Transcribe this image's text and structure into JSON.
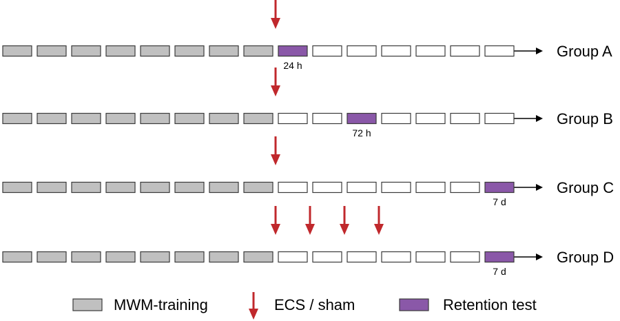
{
  "colors": {
    "training": "#c0c0c0",
    "retention": "#8a58a8",
    "empty": "#ffffff",
    "ecs_arrow": "#c0282c",
    "timeline": "#000000"
  },
  "groups": [
    {
      "label": "Group A",
      "box_types": [
        "training",
        "training",
        "training",
        "training",
        "training",
        "training",
        "training",
        "training",
        "retention",
        "empty",
        "empty",
        "empty",
        "empty",
        "empty",
        "empty"
      ],
      "ecs_days": [
        8
      ],
      "retention_label": "24 h"
    },
    {
      "label": "Group B",
      "box_types": [
        "training",
        "training",
        "training",
        "training",
        "training",
        "training",
        "training",
        "training",
        "empty",
        "empty",
        "retention",
        "empty",
        "empty",
        "empty",
        "empty"
      ],
      "ecs_days": [
        8
      ],
      "retention_label": "72 h"
    },
    {
      "label": "Group C",
      "box_types": [
        "training",
        "training",
        "training",
        "training",
        "training",
        "training",
        "training",
        "training",
        "empty",
        "empty",
        "empty",
        "empty",
        "empty",
        "empty",
        "retention"
      ],
      "ecs_days": [
        8
      ],
      "retention_label": "7 d"
    },
    {
      "label": "Group D",
      "box_types": [
        "training",
        "training",
        "training",
        "training",
        "training",
        "training",
        "training",
        "training",
        "empty",
        "empty",
        "empty",
        "empty",
        "empty",
        "empty",
        "retention"
      ],
      "ecs_days": [
        8,
        9,
        10,
        11
      ],
      "retention_label": "7 d"
    }
  ],
  "legend": {
    "training": "MWM-training",
    "ecs": "ECS / sham",
    "retention": "Retention test"
  }
}
